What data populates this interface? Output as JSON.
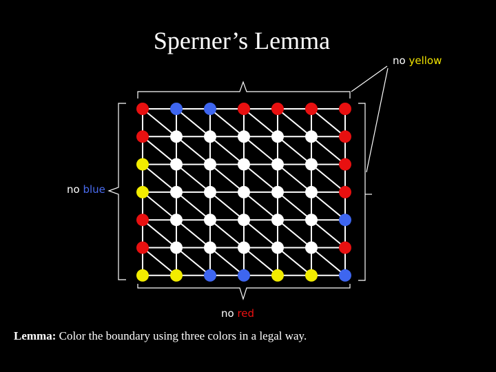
{
  "title": "Sperner’s Lemma",
  "labels": {
    "no_yellow": {
      "prefix": "no",
      "word": "yellow",
      "color": "#f2e500"
    },
    "no_blue": {
      "prefix": "no",
      "word": "blue",
      "color": "#4a6cf0"
    },
    "no_red": {
      "prefix": "no",
      "word": "red",
      "color": "#ee1111"
    }
  },
  "caption": {
    "bold": "Lemma:",
    "text": "Color the boundary using three colors in a legal way."
  },
  "colors": {
    "r": "#e81010",
    "b": "#3e66f0",
    "y": "#f2ec00",
    "w": "#ffffff"
  },
  "grid": [
    [
      "r",
      "b",
      "b",
      "r",
      "r",
      "r",
      "r"
    ],
    [
      "r",
      "w",
      "w",
      "w",
      "w",
      "w",
      "r"
    ],
    [
      "y",
      "w",
      "w",
      "w",
      "w",
      "w",
      "r"
    ],
    [
      "y",
      "w",
      "w",
      "w",
      "w",
      "w",
      "r"
    ],
    [
      "r",
      "w",
      "w",
      "w",
      "w",
      "w",
      "b"
    ],
    [
      "r",
      "w",
      "w",
      "w",
      "w",
      "w",
      "r"
    ],
    [
      "y",
      "y",
      "b",
      "b",
      "y",
      "y",
      "b"
    ]
  ]
}
